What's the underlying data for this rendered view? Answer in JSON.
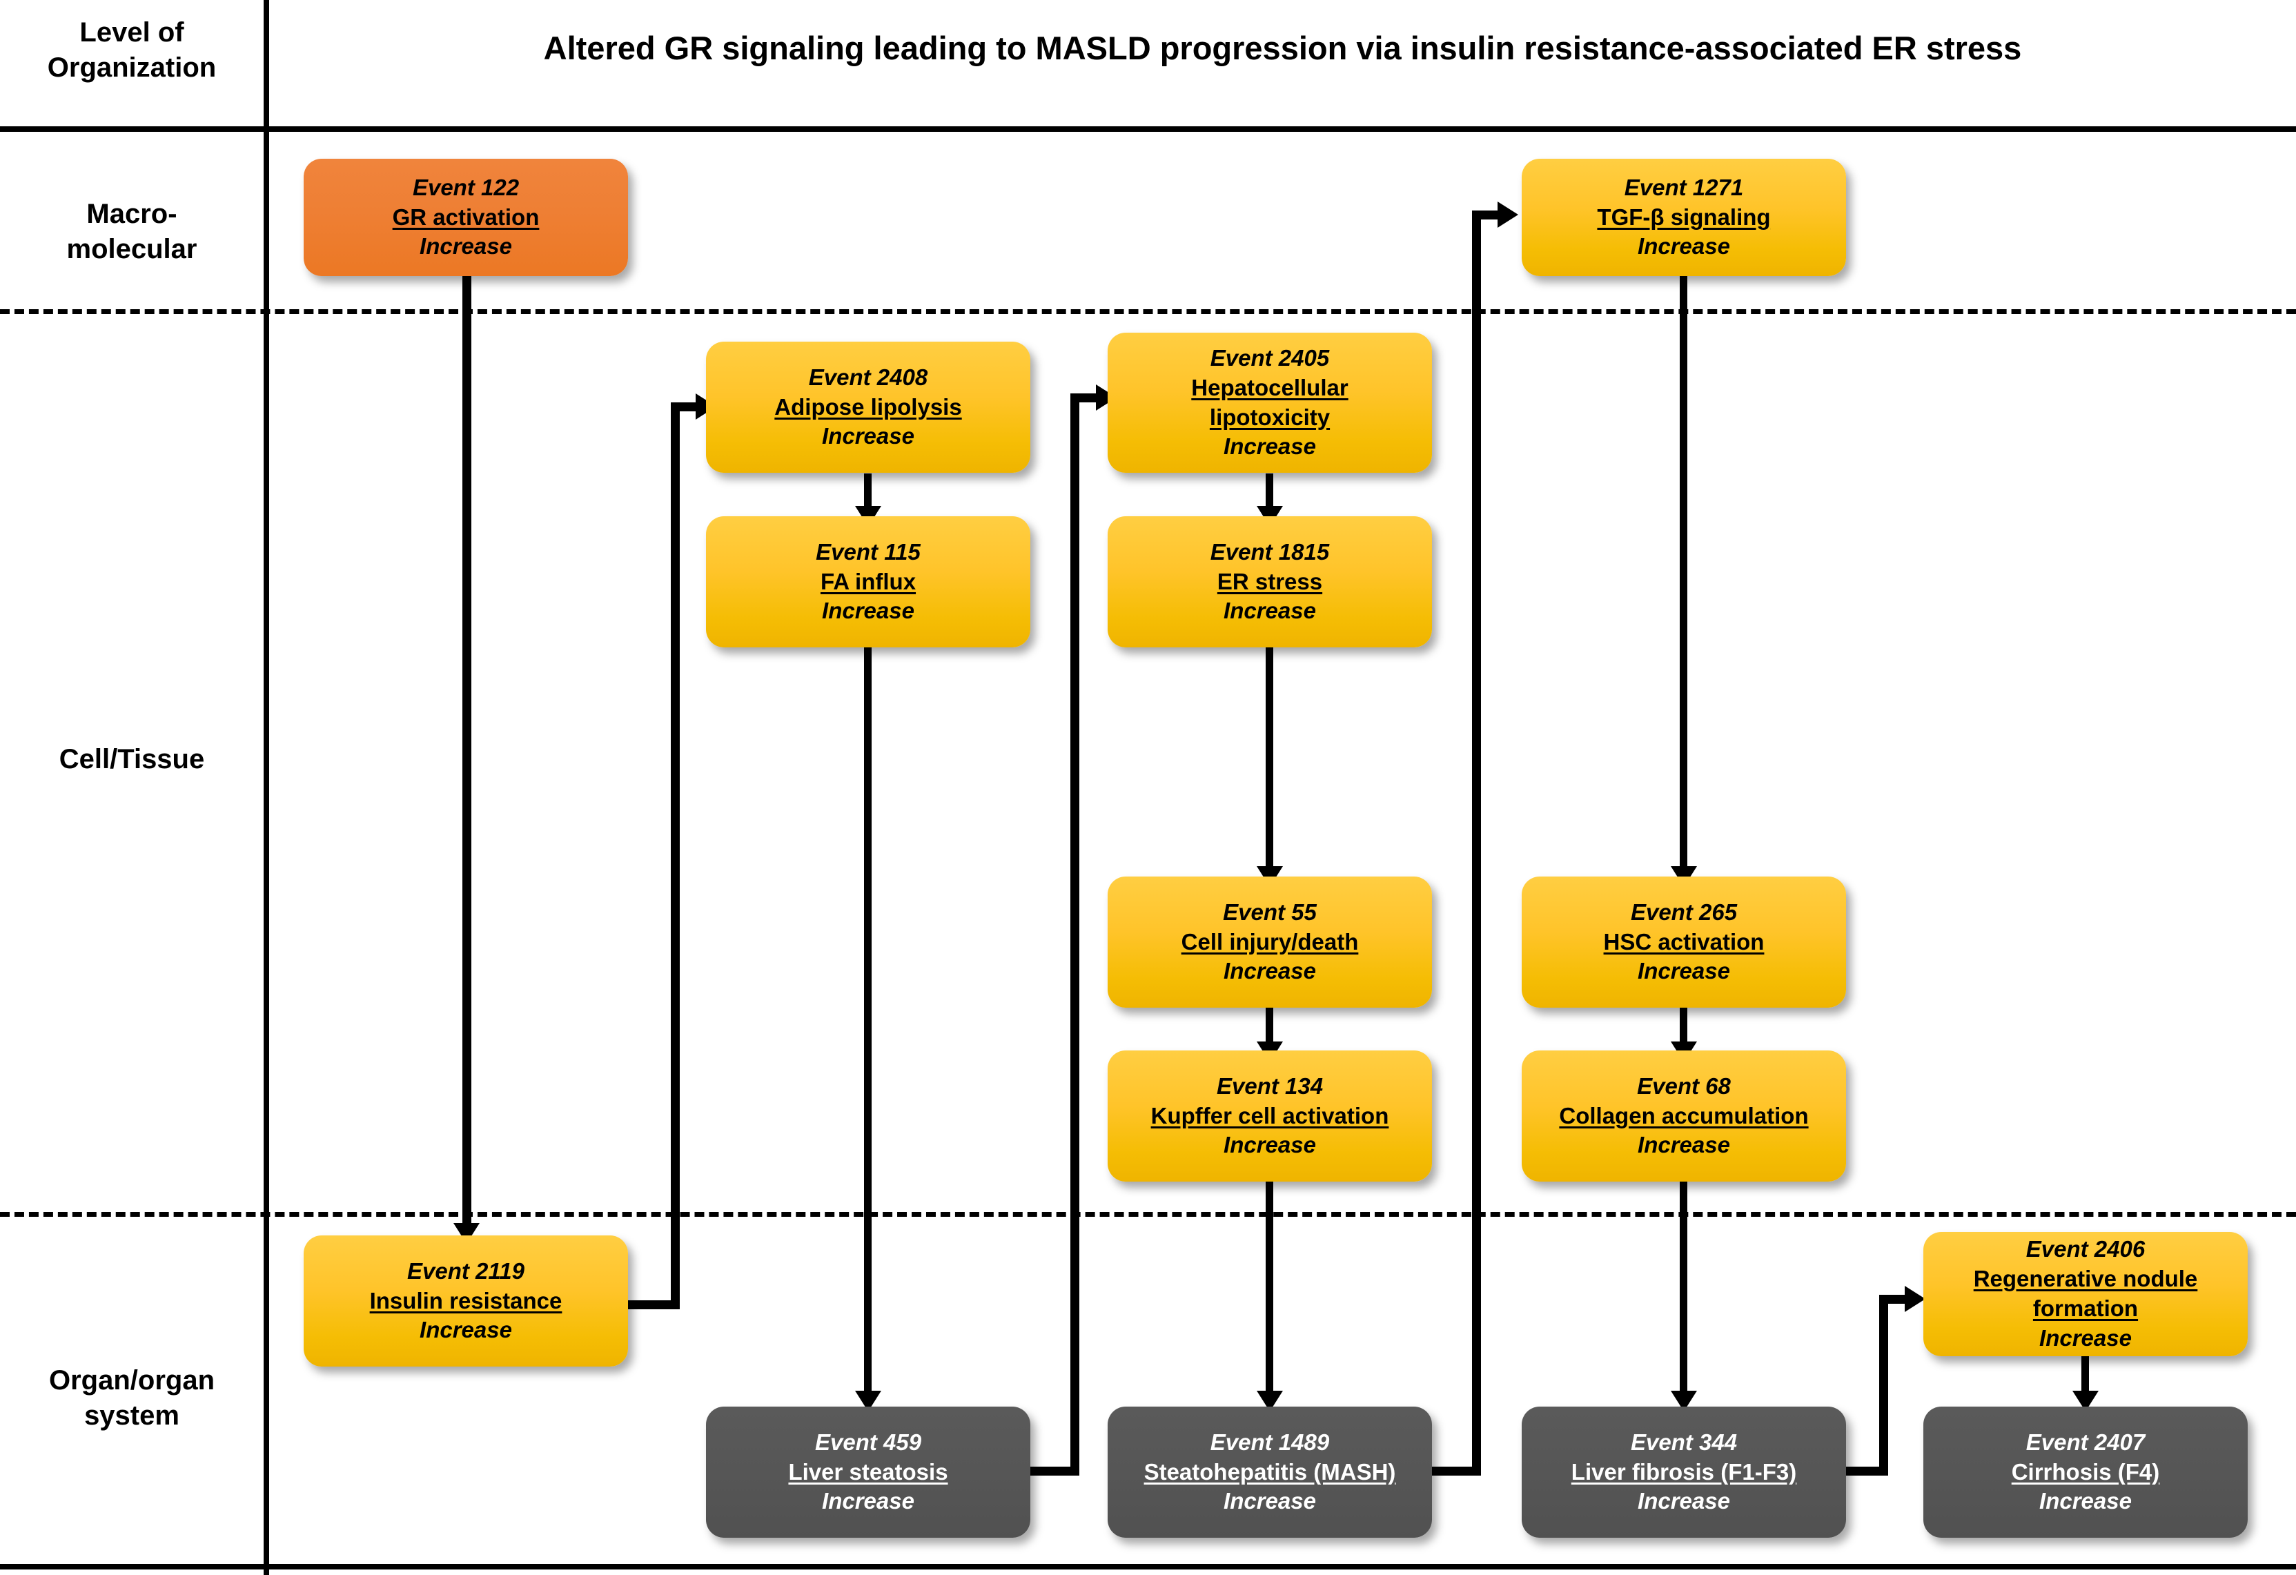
{
  "header": {
    "level_label": "Level of\nOrganization",
    "title": "Altered GR signaling leading to MASLD progression via insulin resistance-associated ER stress"
  },
  "levels": [
    {
      "id": "macromolecular",
      "label": "Macro-\nmolecular"
    },
    {
      "id": "cell-tissue",
      "label": "Cell/Tissue"
    },
    {
      "id": "organ-system",
      "label": "Organ/organ\nsystem"
    }
  ],
  "nodes": {
    "n122": {
      "event": "Event 122",
      "name": "GR activation",
      "direction": "Increase",
      "color": "orange",
      "level": "macromolecular"
    },
    "n1271": {
      "event": "Event 1271",
      "name": "TGF-β signaling",
      "direction": "Increase",
      "color": "yellow",
      "level": "macromolecular"
    },
    "n2408": {
      "event": "Event 2408",
      "name": "Adipose lipolysis",
      "direction": "Increase",
      "color": "yellow",
      "level": "cell-tissue"
    },
    "n2405": {
      "event": "Event 2405",
      "name": "Hepatocellular lipotoxicity",
      "direction": "Increase",
      "color": "yellow",
      "level": "cell-tissue"
    },
    "n115": {
      "event": "Event 115",
      "name": "FA influx",
      "direction": "Increase",
      "color": "yellow",
      "level": "cell-tissue"
    },
    "n1815": {
      "event": "Event 1815",
      "name": "ER stress",
      "direction": "Increase",
      "color": "yellow",
      "level": "cell-tissue"
    },
    "n55": {
      "event": "Event 55",
      "name": "Cell injury/death",
      "direction": "Increase",
      "color": "yellow",
      "level": "cell-tissue"
    },
    "n265": {
      "event": "Event 265",
      "name": "HSC activation",
      "direction": "Increase",
      "color": "yellow",
      "level": "cell-tissue"
    },
    "n134": {
      "event": "Event 134",
      "name": "Kupffer cell activation",
      "direction": "Increase",
      "color": "yellow",
      "level": "cell-tissue"
    },
    "n68": {
      "event": "Event 68",
      "name": "Collagen accumulation",
      "direction": "Increase",
      "color": "yellow",
      "level": "cell-tissue"
    },
    "n2119": {
      "event": "Event 2119",
      "name": "Insulin resistance",
      "direction": "Increase",
      "color": "yellow",
      "level": "organ-system"
    },
    "n2406": {
      "event": "Event 2406",
      "name": "Regenerative nodule formation",
      "direction": "Increase",
      "color": "yellow",
      "level": "organ-system"
    },
    "n459": {
      "event": "Event 459",
      "name": "Liver steatosis",
      "direction": "Increase",
      "color": "gray",
      "level": "organ-system"
    },
    "n1489": {
      "event": "Event 1489",
      "name": "Steatohepatitis (MASH)",
      "direction": "Increase",
      "color": "gray",
      "level": "organ-system"
    },
    "n344": {
      "event": "Event 344",
      "name": "Liver fibrosis (F1-F3)",
      "direction": "Increase",
      "color": "gray",
      "level": "organ-system"
    },
    "n2407": {
      "event": "Event 2407",
      "name": "Cirrhosis (F4)",
      "direction": "Increase",
      "color": "gray",
      "level": "organ-system"
    }
  },
  "edges": [
    {
      "from": "n122",
      "to": "n2119",
      "style": "straight-down"
    },
    {
      "from": "n2119",
      "to": "n2408",
      "style": "right-up-right"
    },
    {
      "from": "n2408",
      "to": "n115",
      "style": "straight-down"
    },
    {
      "from": "n115",
      "to": "n459",
      "style": "straight-down"
    },
    {
      "from": "n459",
      "to": "n2405",
      "style": "right-up-right"
    },
    {
      "from": "n2405",
      "to": "n1815",
      "style": "straight-down"
    },
    {
      "from": "n1815",
      "to": "n55",
      "style": "straight-down"
    },
    {
      "from": "n55",
      "to": "n134",
      "style": "straight-down"
    },
    {
      "from": "n134",
      "to": "n1489",
      "style": "straight-down"
    },
    {
      "from": "n1489",
      "to": "n1271",
      "style": "right-up-right"
    },
    {
      "from": "n1271",
      "to": "n265",
      "style": "straight-down"
    },
    {
      "from": "n265",
      "to": "n68",
      "style": "straight-down"
    },
    {
      "from": "n68",
      "to": "n344",
      "style": "straight-down"
    },
    {
      "from": "n344",
      "to": "n2406",
      "style": "right-up-right"
    },
    {
      "from": "n2406",
      "to": "n2407",
      "style": "straight-down"
    }
  ],
  "colors": {
    "yellow": "#FFC42A",
    "orange": "#EE7F34",
    "gray": "#565656",
    "line": "#000000",
    "background": "#FFFFFF"
  }
}
